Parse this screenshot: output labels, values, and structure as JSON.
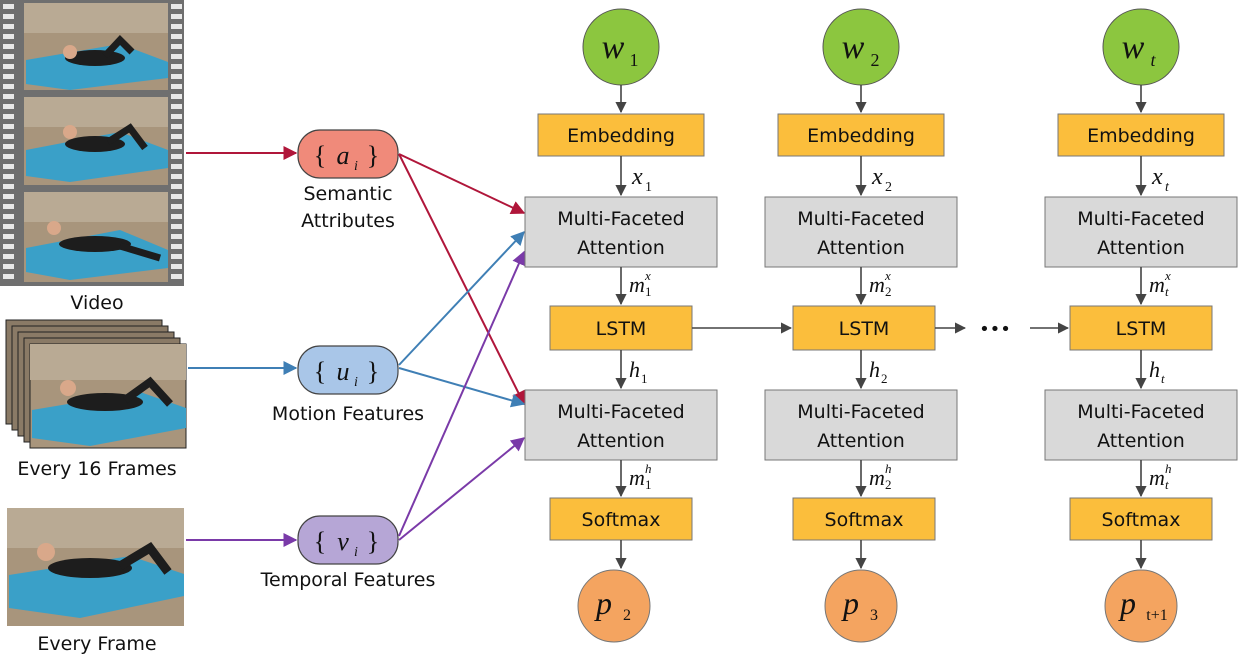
{
  "inputs": {
    "video_caption": "Video",
    "clips_caption": "Every 16 Frames",
    "frame_caption": "Every Frame"
  },
  "features": {
    "attributes": {
      "brace_open": "{",
      "symbol": "a",
      "sub": "i",
      "brace_close": "}",
      "caption_line1": "Semantic",
      "caption_line2": "Attributes",
      "color": "#f08a7a",
      "arrow_color": "#b0163a"
    },
    "motion": {
      "brace_open": "{",
      "symbol": "u",
      "sub": "i",
      "brace_close": "}",
      "caption": "Motion Features",
      "color": "#a9c6e8",
      "arrow_color": "#3f7fb5"
    },
    "temporal": {
      "brace_open": "{",
      "symbol": "v",
      "sub": "i",
      "brace_close": "}",
      "caption": "Temporal Features",
      "color": "#b6a6d6",
      "arrow_color": "#7a3aa8"
    }
  },
  "columns": [
    {
      "word": "w",
      "word_sub": "1",
      "embedding_label": "Embedding",
      "x": "x",
      "x_sub": "1",
      "attention_line1": "Multi-Faceted",
      "attention_line2": "Attention",
      "mx": "m",
      "mx_sub": "1",
      "mx_sup": "x",
      "lstm_label": "LSTM",
      "h": "h",
      "h_sub": "1",
      "mh": "m",
      "mh_sub": "1",
      "mh_sup": "h",
      "softmax_label": "Softmax",
      "p": "p",
      "p_sub": "2"
    },
    {
      "word": "w",
      "word_sub": "2",
      "embedding_label": "Embedding",
      "x": "x",
      "x_sub": "2",
      "attention_line1": "Multi-Faceted",
      "attention_line2": "Attention",
      "mx": "m",
      "mx_sub": "2",
      "mx_sup": "x",
      "lstm_label": "LSTM",
      "h": "h",
      "h_sub": "2",
      "mh": "m",
      "mh_sub": "2",
      "mh_sup": "h",
      "softmax_label": "Softmax",
      "p": "p",
      "p_sub": "3"
    },
    {
      "word": "w",
      "word_sub": "t",
      "embedding_label": "Embedding",
      "x": "x",
      "x_sub": "t",
      "attention_line1": "Multi-Faceted",
      "attention_line2": "Attention",
      "mx": "m",
      "mx_sub": "t",
      "mx_sup": "x",
      "lstm_label": "LSTM",
      "h": "h",
      "h_sub": "t",
      "mh": "m",
      "mh_sub": "t",
      "mh_sup": "h",
      "softmax_label": "Softmax",
      "p": "p",
      "p_sub": "t+1"
    }
  ],
  "ellipsis": "•••",
  "colors": {
    "word_node": "#8cc63f",
    "output_node": "#f4a460",
    "yellow_box": "#fbbe3c",
    "gray_box": "#d9d9d9",
    "frame_mat": "#3aa0c8",
    "frame_floor": "#9e8a72"
  }
}
